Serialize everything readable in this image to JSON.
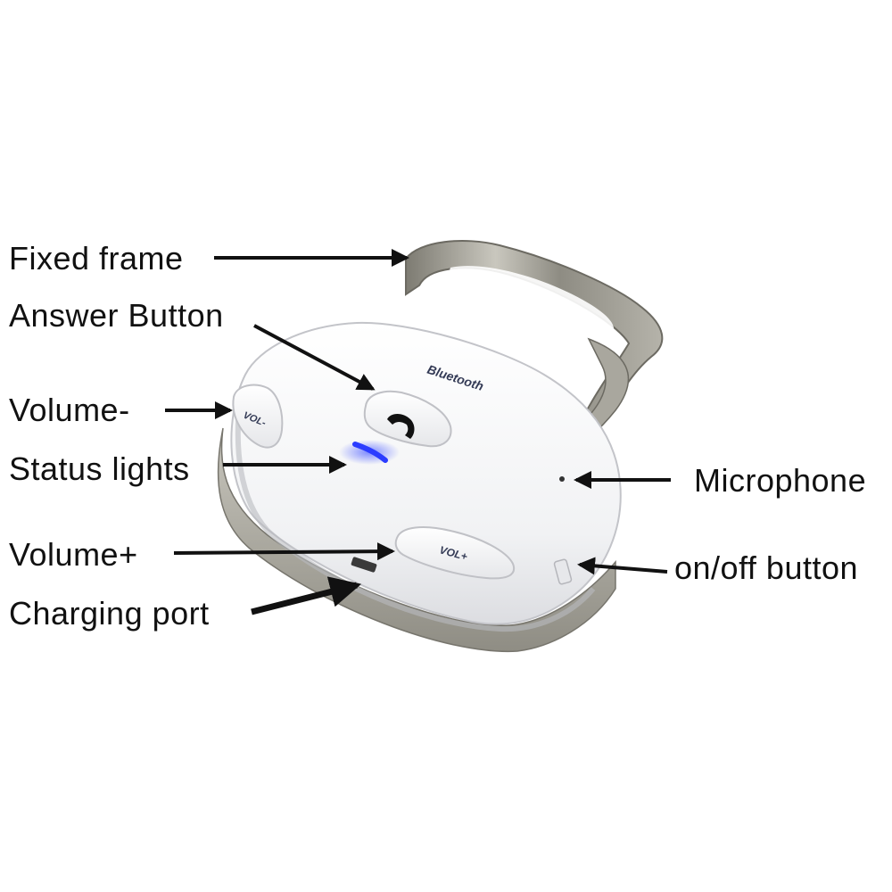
{
  "labels": {
    "fixed_frame": "Fixed frame",
    "answer_button": "Answer Button",
    "volume_minus": "Volume-",
    "status_lights": "Status lights",
    "volume_plus": "Volume+",
    "charging_port": "Charging port",
    "microphone": "Microphone",
    "on_off_button": "on/off button"
  },
  "device": {
    "brand_text": "Bluetooth",
    "vol_minus_text": "VOL-",
    "vol_plus_text": "VOL+"
  },
  "colors": {
    "status_light": "#2b3cff",
    "arrow": "#111111",
    "body": "#f4f5f7",
    "frame": "#9c9a90"
  }
}
